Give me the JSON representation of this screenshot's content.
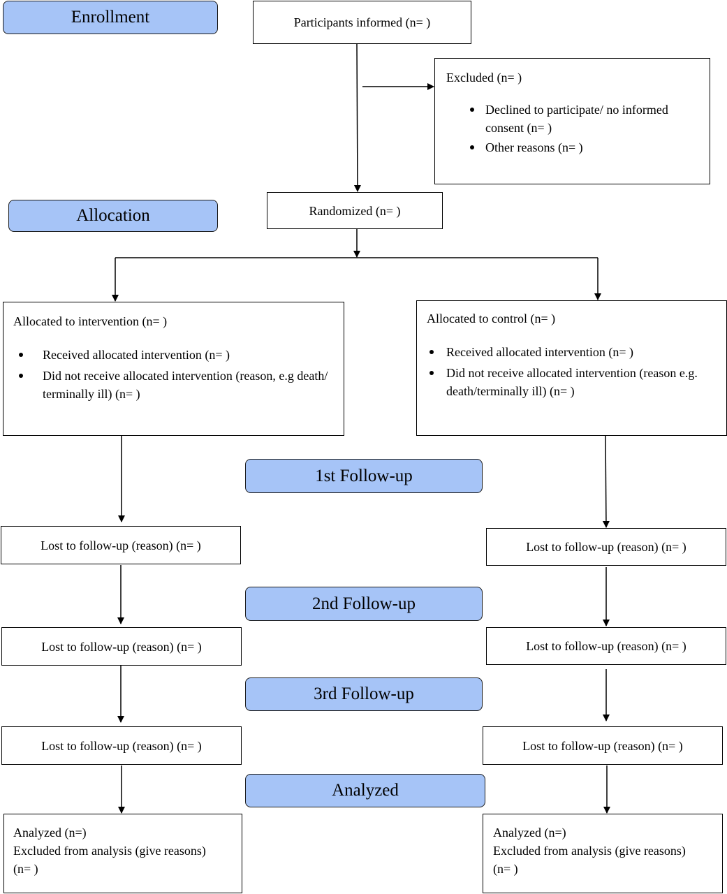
{
  "stages": {
    "enrollment": "Enrollment",
    "allocation": "Allocation",
    "followup1": "1st Follow-up",
    "followup2": "2nd Follow-up",
    "followup3": "3rd Follow-up",
    "analyzed": "Analyzed"
  },
  "informed": "Participants informed (n= )",
  "excluded": {
    "title": "Excluded (n= )",
    "items": [
      "Declined to participate/ no informed consent (n=  )",
      "Other reasons (n=  )"
    ]
  },
  "randomized": "Randomized (n= )",
  "intervention": {
    "title": "Allocated to intervention (n= )",
    "items": [
      "Received allocated intervention (n=  )",
      "Did not receive allocated intervention (reason, e.g death/ terminally ill) (n=  )"
    ]
  },
  "control": {
    "title": "Allocated to control (n= )",
    "items": [
      "Received allocated intervention (n=  )",
      "Did not receive allocated intervention (reason e.g. death/terminally ill) (n= )"
    ]
  },
  "lost_label": "Lost to follow-up (reason) (n= )",
  "analysis": {
    "line1": "Analyzed (n=)",
    "line2": "Excluded from analysis (give reasons)",
    "line3": "(n=  )"
  }
}
